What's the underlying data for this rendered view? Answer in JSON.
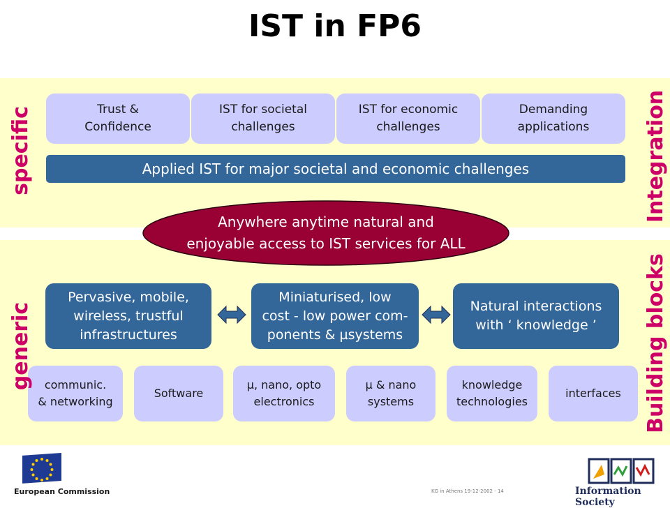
{
  "title": "IST in FP6",
  "top": {
    "boxes": [
      {
        "label": "Trust &\nConfidence"
      },
      {
        "label": "IST for societal\nchallenges"
      },
      {
        "label": "IST for economic\nchallenges"
      },
      {
        "label": "Demanding\napplications"
      }
    ],
    "bar_label": "Applied IST for major societal and economic challenges"
  },
  "ellipse_label": "Anywhere anytime natural and\nenjoyable access to IST services for ALL",
  "bottom": {
    "main_boxes": [
      {
        "label": "Pervasive, mobile,\nwireless, trustful\ninfrastructures"
      },
      {
        "label": "Miniaturised, low\ncost - low power com-\nponents & µsystems"
      },
      {
        "label": "Natural interactions\nwith ‘ knowledge ’"
      }
    ],
    "small_boxes": [
      {
        "label": "communic.\n& networking"
      },
      {
        "label": "Software"
      },
      {
        "label": "µ, nano, opto\nelectronics"
      },
      {
        "label": "µ & nano\nsystems"
      },
      {
        "label": "knowledge\ntechnologies"
      },
      {
        "label": "interfaces"
      }
    ]
  },
  "side_labels": {
    "specific": "specific",
    "generic": "generic",
    "integration": "Integration",
    "building_blocks": "Building blocks"
  },
  "footer": {
    "left_brand": "European Commission",
    "footnote": "KG in Athens 19-12-2002  - 14",
    "right_brand": "Information Society"
  },
  "colors": {
    "band": "#ffffcc",
    "lavender": "#ccccff",
    "steel_blue": "#336699",
    "ellipse": "#990033",
    "accent_magenta": "#cc0066"
  }
}
